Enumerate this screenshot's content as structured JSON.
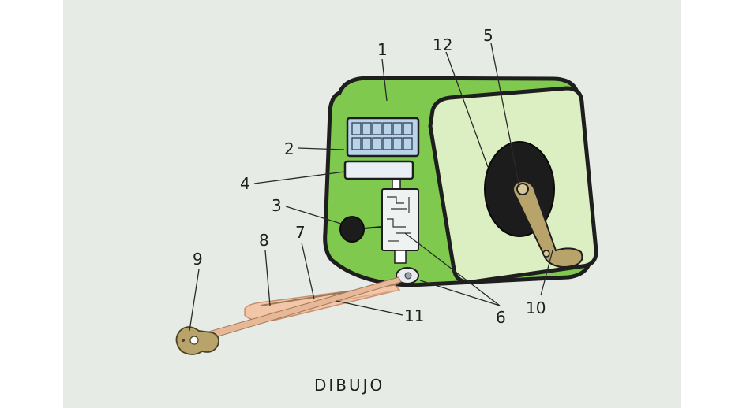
{
  "caption": "DIBUJO",
  "labels": {
    "l1": "1",
    "l2": "2",
    "l3": "3",
    "l4": "4",
    "l5": "5",
    "l6": "6",
    "l7": "7",
    "l8": "8",
    "l9": "9",
    "l10": "10",
    "l11": "11",
    "l12": "12"
  },
  "colors": {
    "body_green": "#7fc94e",
    "side_panel": "#dcefc2",
    "outline": "#1e1e1e",
    "display": "#b9d3ea",
    "reel": "#1c1c1c",
    "crank": "#b8a46a",
    "tape": "#f2c6a6"
  }
}
